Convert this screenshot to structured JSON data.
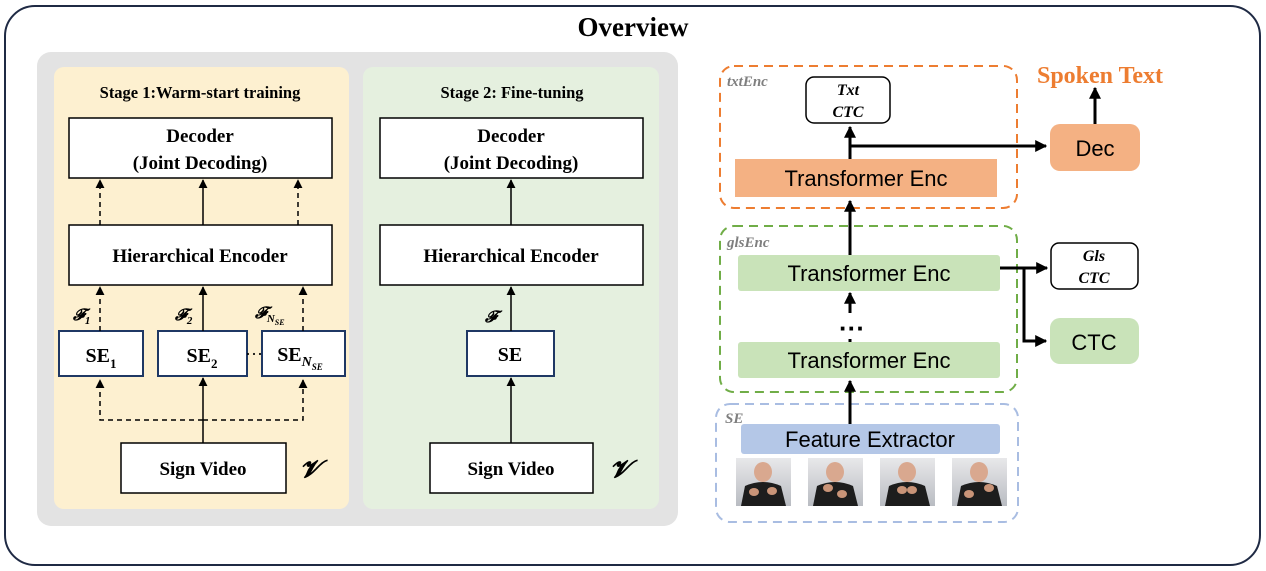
{
  "title": "Overview",
  "colors": {
    "stage1_bg": "#fdf0d0",
    "stage2_bg": "#e5f0df",
    "panel_bg": "#e3e3e3",
    "box_border": "#1f3864",
    "orange": "#ed7d31",
    "orange_fill": "#f4b183",
    "green": "#70ad47",
    "green_fill": "#c9e3b9",
    "blue_fill": "#b4c7e7",
    "blue_dash": "#a9bde2"
  },
  "stage1": {
    "title": "Stage 1:Warm-start training",
    "decoder_line1": "Decoder",
    "decoder_line2": "(Joint Decoding)",
    "encoder": "Hierarchical Encoder",
    "se1_main": "SE",
    "se1_sub": "1",
    "se2_main": "SE",
    "se2_sub": "2",
    "ellipsis": "···",
    "se3_main": "SE",
    "se3_sub": "N",
    "se3_subsub": "SE",
    "f1_main": "𝓕",
    "f1_sub": "1",
    "f2_main": "𝓕",
    "f2_sub": "2",
    "f3_main": "𝓕",
    "f3_sub": "N",
    "f3_subsub": "SE",
    "video": "Sign Video",
    "video_symbol": "𝓥"
  },
  "stage2": {
    "title": "Stage 2: Fine-tuning",
    "decoder_line1": "Decoder",
    "decoder_line2": "(Joint Decoding)",
    "encoder": "Hierarchical Encoder",
    "feature_symbol": "𝓕",
    "se": "SE",
    "video": "Sign Video",
    "video_symbol": "𝓥"
  },
  "right": {
    "txtenc_label": "txtEnc",
    "txt_ctc_line1": "Txt",
    "txt_ctc_line2": "CTC",
    "transformer_txt": "Transformer Enc",
    "spoken_text": "Spoken Text",
    "dec": "Dec",
    "glsenc_label": "glsEnc",
    "transformer_gls_top": "Transformer Enc",
    "dots": "···",
    "transformer_gls_bottom": "Transformer Enc",
    "gls_ctc_line1": "Gls",
    "gls_ctc_line2": "CTC",
    "ctc": "CTC",
    "se_label": "SE",
    "feature_extractor": "Feature Extractor"
  }
}
